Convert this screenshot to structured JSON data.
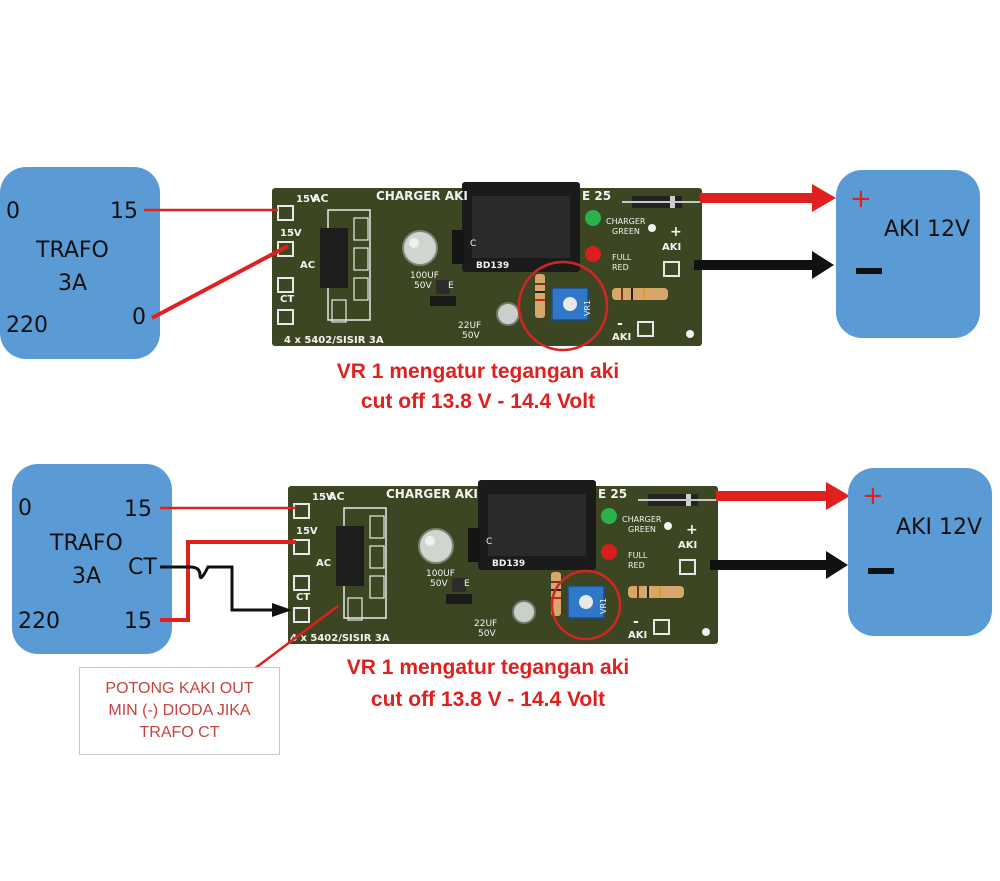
{
  "diagram1": {
    "trafo": {
      "top_left": "0",
      "top_right": "15",
      "name_line1": "TRAFO",
      "name_line2": "3A",
      "bottom_left": "220",
      "bottom_right": "0"
    },
    "battery": {
      "plus": "+",
      "name": "AKI 12V",
      "minus": "−"
    },
    "caption_line1": "VR 1 mengatur tegangan aki",
    "caption_line2": "cut off 13.8 V - 14.4 Volt"
  },
  "diagram2": {
    "trafo": {
      "top_left": "0",
      "top_right": "15",
      "name_line1": "TRAFO",
      "name_line2": "3A",
      "ct": "CT",
      "bottom_left": "220",
      "bottom_right": "15"
    },
    "battery": {
      "plus": "+",
      "name": "AKI 12V",
      "minus": "−"
    },
    "caption_line1": "VR 1 mengatur tegangan aki",
    "caption_line2": "cut off 13.8 V - 14.4 Volt",
    "note": {
      "line1": "POTONG KAKI OUT",
      "line2": "MIN (-) DIODA JIKA",
      "line3": "TRAFO CT"
    }
  },
  "pcb": {
    "title": "CHARGER AKI",
    "title_suffix": "E 25",
    "pad_15v": "15V",
    "ac": "AC",
    "ct": "CT",
    "cap_large": "100UF",
    "cap_large_v": "50V",
    "cap_small": "22UF",
    "cap_small_v": "50V",
    "transistor": "BD139",
    "led_green": "CHARGER",
    "led_green_color": "GREEN",
    "led_red": "FULL",
    "led_red_color": "RED",
    "aki": "AKI",
    "plus": "+",
    "minus": "-",
    "vr": "VR1",
    "diodes": "4 x 5402/SISIR 3A",
    "cap_c": "C",
    "cap_e": "E"
  },
  "colors": {
    "box_blue": "#5b9bd5",
    "wire_red": "#e0201f",
    "wire_black": "#111111",
    "pcb_green": "#3d4622",
    "caption_red": "#e0201f"
  }
}
